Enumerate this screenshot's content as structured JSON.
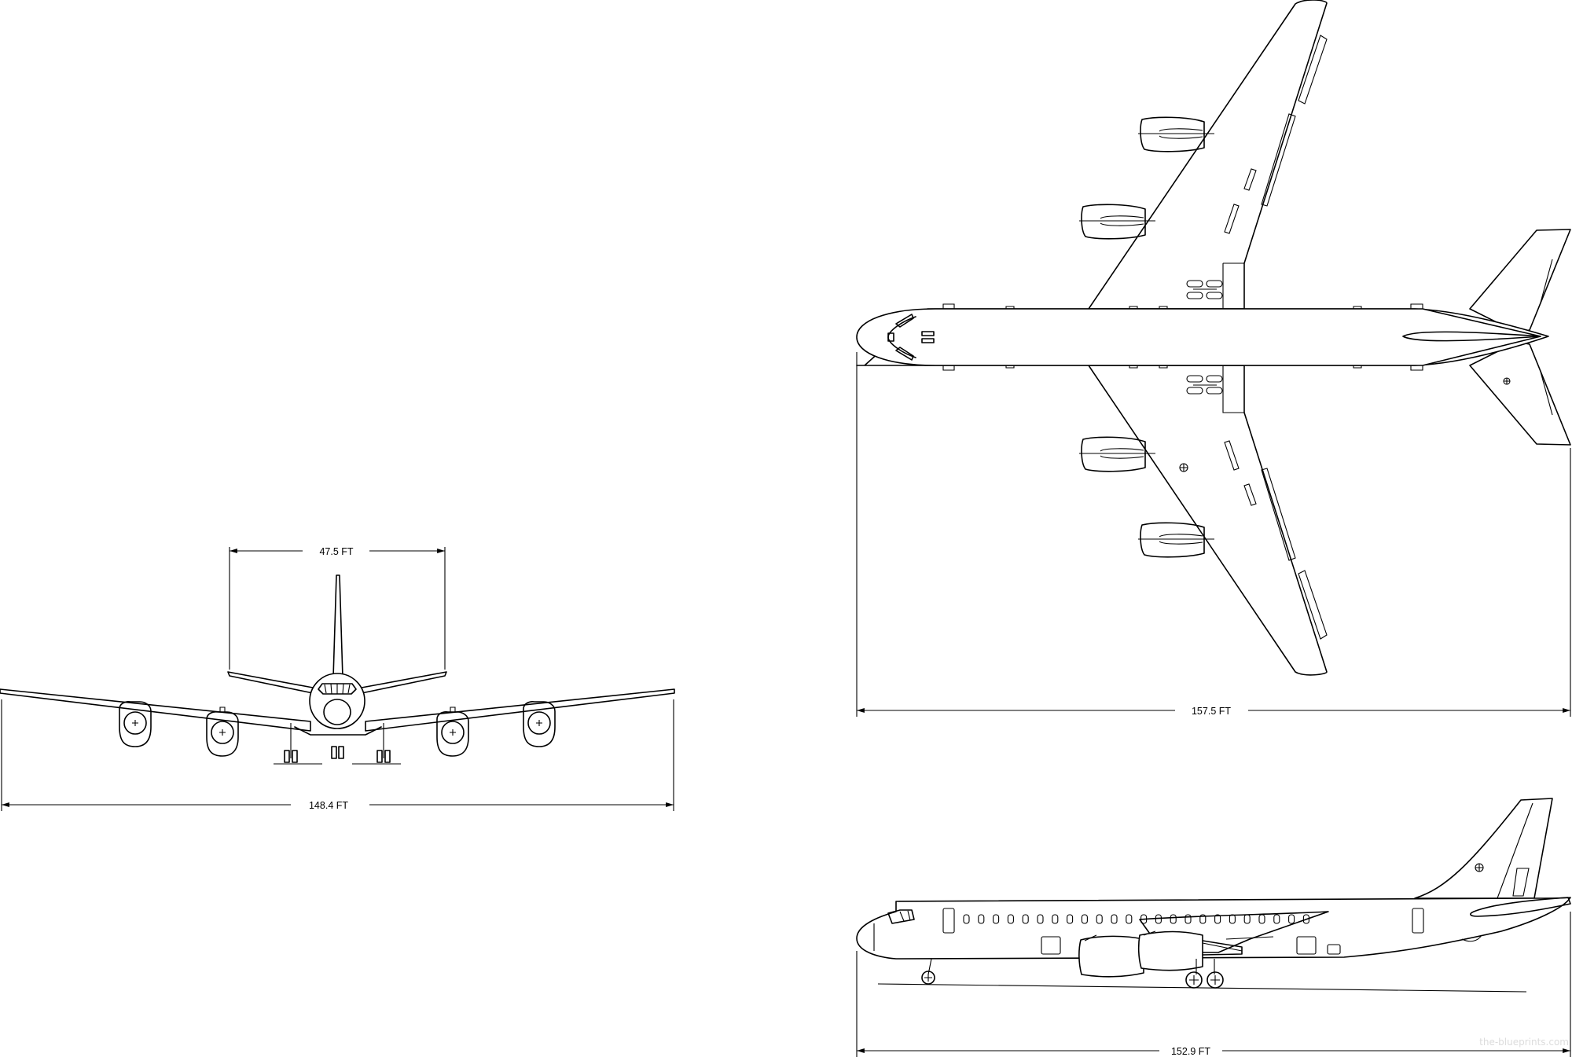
{
  "views": {
    "front": {
      "span_label": "148.4 FT",
      "tail_span_label": "47.5 FT"
    },
    "top": {
      "span_label": "157.5 FT"
    },
    "side": {
      "length_label": "152.9 FT"
    }
  },
  "watermark": "the-blueprints.com",
  "colors": {
    "line": "#000000",
    "background": "#ffffff",
    "watermark": "#dcdcdc"
  }
}
